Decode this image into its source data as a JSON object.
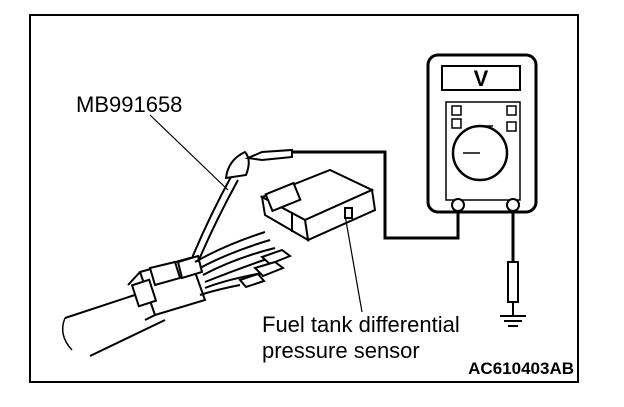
{
  "labels": {
    "tool": "MB991658",
    "sensor_line1": "Fuel tank differential",
    "sensor_line2": "pressure sensor",
    "figure_code": "AC610403AB"
  },
  "meter": {
    "display_unit": "V"
  },
  "colors": {
    "ink": "#000000",
    "paper": "#ffffff"
  }
}
